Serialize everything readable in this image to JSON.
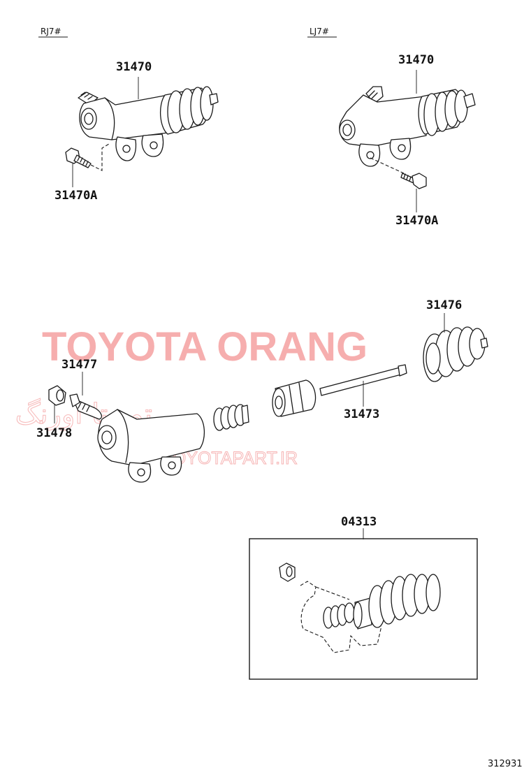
{
  "variants": {
    "left": "RJ7#",
    "right": "LJ7#"
  },
  "parts": {
    "cylinder_left": "31470",
    "bolt_left": "31470A",
    "cylinder_right": "31470",
    "bolt_right": "31470A",
    "boot": "31476",
    "bleeder_plug": "31477",
    "bleeder_cap": "31478",
    "push_rod": "31473",
    "kit": "04313"
  },
  "watermark": {
    "main": "TOYOTA ORANG",
    "persian": "تویوتا اورنگ",
    "url": "TOYOTAPART.IR",
    "color": "#f4a0a0"
  },
  "diagram_id": "312931"
}
